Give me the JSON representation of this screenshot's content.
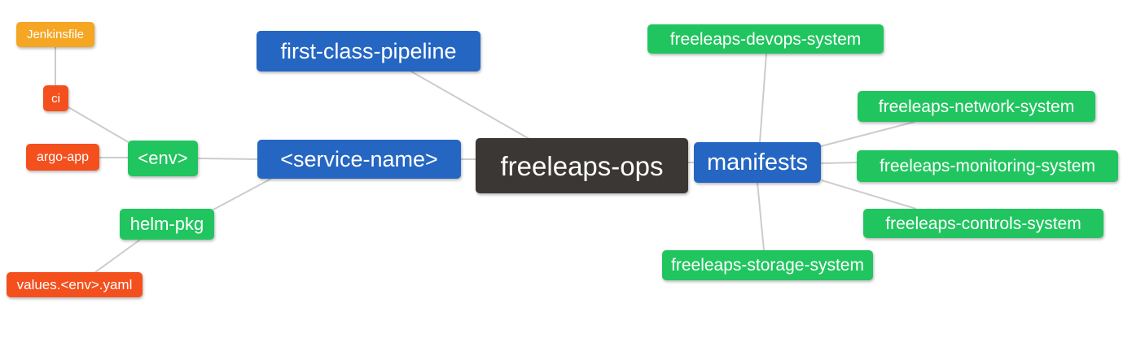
{
  "colors": {
    "root_node": "#3b3734",
    "branch_node": "#2566c2",
    "leaf_green": "#21c55f",
    "leaf_red": "#f4501e",
    "leaf_orange": "#f5a623",
    "edge": "#cccccc",
    "background": "#ffffff",
    "node_text": "#ffffff"
  },
  "nodes": {
    "freeleaps_ops": {
      "label": "freeleaps-ops"
    },
    "first_class_pipeline": {
      "label": "first-class-pipeline"
    },
    "service_name": {
      "label": "<service-name>"
    },
    "env": {
      "label": "<env>"
    },
    "ci": {
      "label": "ci"
    },
    "jenkinsfile": {
      "label": "Jenkinsfile"
    },
    "argo_app": {
      "label": "argo-app"
    },
    "helm_pkg": {
      "label": "helm-pkg"
    },
    "values_env_yaml": {
      "label": "values.<env>.yaml"
    },
    "manifests": {
      "label": "manifests"
    },
    "devops_system": {
      "label": "freeleaps-devops-system"
    },
    "network_system": {
      "label": "freeleaps-network-system"
    },
    "monitoring_system": {
      "label": "freeleaps-monitoring-system"
    },
    "controls_system": {
      "label": "freeleaps-controls-system"
    },
    "storage_system": {
      "label": "freeleaps-storage-system"
    }
  },
  "edges": [
    {
      "from": "jenkinsfile",
      "to": "ci"
    },
    {
      "from": "ci",
      "to": "env"
    },
    {
      "from": "argo_app",
      "to": "env"
    },
    {
      "from": "env",
      "to": "service_name"
    },
    {
      "from": "helm_pkg",
      "to": "service_name"
    },
    {
      "from": "values_env_yaml",
      "to": "helm_pkg"
    },
    {
      "from": "first_class_pipeline",
      "to": "freeleaps_ops"
    },
    {
      "from": "service_name",
      "to": "freeleaps_ops"
    },
    {
      "from": "freeleaps_ops",
      "to": "manifests"
    },
    {
      "from": "manifests",
      "to": "devops_system"
    },
    {
      "from": "manifests",
      "to": "network_system"
    },
    {
      "from": "manifests",
      "to": "monitoring_system"
    },
    {
      "from": "manifests",
      "to": "controls_system"
    },
    {
      "from": "manifests",
      "to": "storage_system"
    }
  ]
}
